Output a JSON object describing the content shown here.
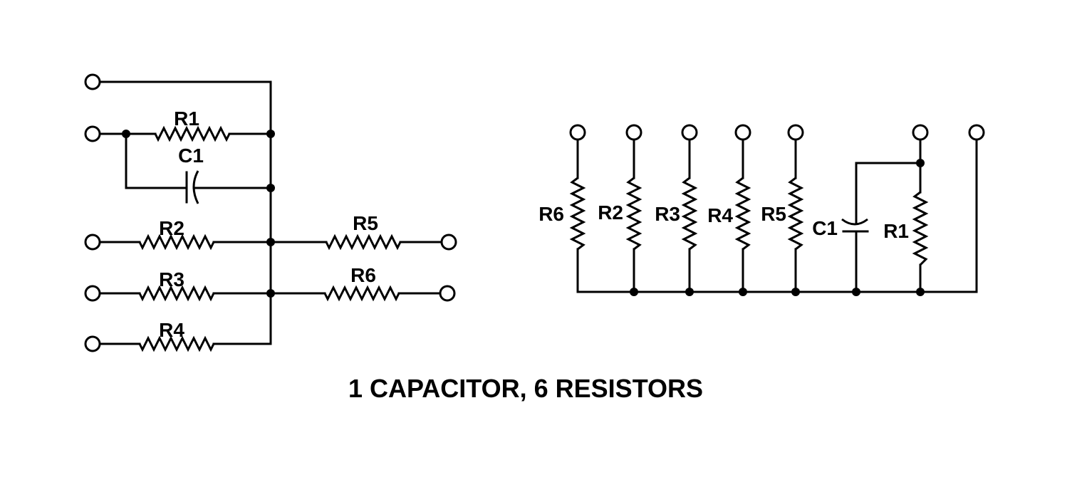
{
  "caption": "1 CAPACITOR, 6 RESISTORS",
  "left_schematic": {
    "labels": {
      "r1": "R1",
      "c1": "C1",
      "r2": "R2",
      "r3": "R3",
      "r4": "R4",
      "r5": "R5",
      "r6": "R6"
    }
  },
  "right_schematic": {
    "labels": {
      "r6": "R6",
      "r2": "R2",
      "r3": "R3",
      "r4": "R4",
      "r5": "R5",
      "c1": "C1",
      "r1": "R1"
    }
  },
  "colors": {
    "ink": "#000000",
    "background": "#ffffff"
  }
}
